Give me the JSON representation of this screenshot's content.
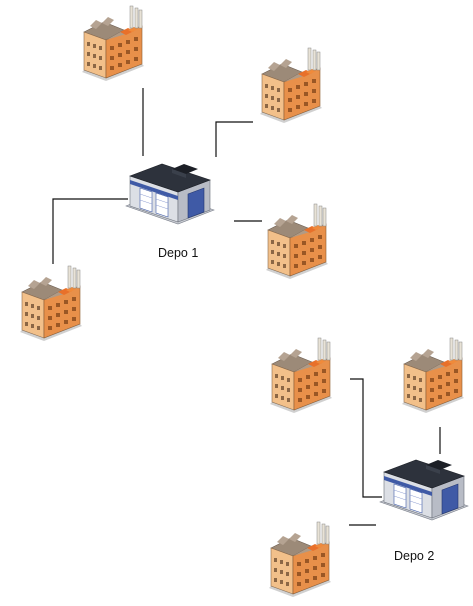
{
  "depots": [
    {
      "id": "depo1",
      "label": "Depo 1",
      "icon": "warehouse-icon"
    },
    {
      "id": "depo2",
      "label": "Depo 2",
      "icon": "warehouse-icon"
    }
  ],
  "factories": [
    {
      "id": "f1",
      "icon": "factory-icon",
      "depot": "depo1"
    },
    {
      "id": "f2",
      "icon": "factory-icon",
      "depot": "depo1"
    },
    {
      "id": "f3",
      "icon": "factory-icon",
      "depot": "depo1"
    },
    {
      "id": "f4",
      "icon": "factory-icon",
      "depot": "depo1"
    },
    {
      "id": "f5",
      "icon": "factory-icon",
      "depot": "depo2"
    },
    {
      "id": "f6",
      "icon": "factory-icon",
      "depot": "depo2"
    },
    {
      "id": "f7",
      "icon": "factory-icon",
      "depot": "depo2"
    }
  ],
  "colors": {
    "line": "#111111",
    "brick": "#e8904a",
    "brick_side": "#f2c08a",
    "roof": "#9c8a78",
    "warehouse_body": "#d9dbe0",
    "warehouse_door": "#3f5aa6"
  }
}
